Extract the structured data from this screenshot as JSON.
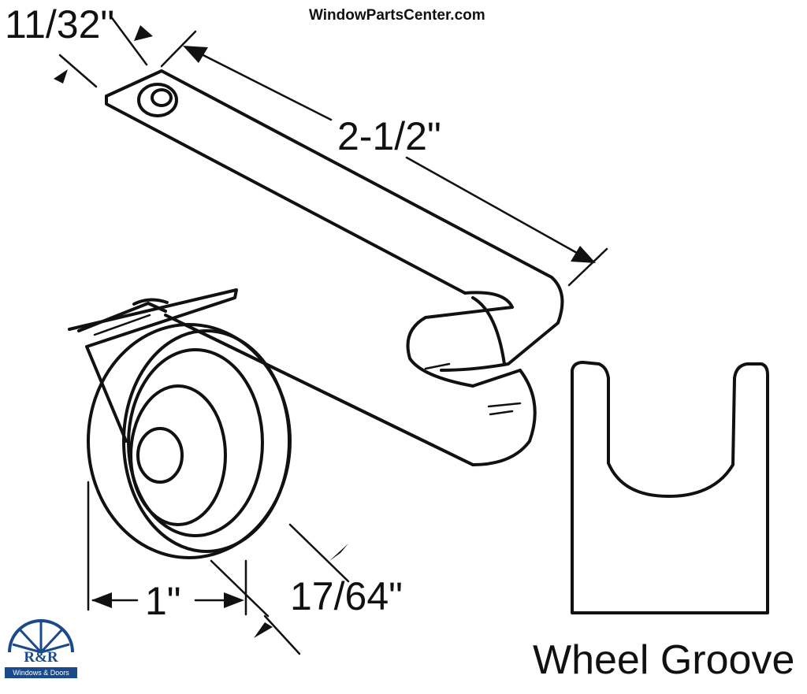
{
  "header": {
    "site": "WindowPartsCenter.com"
  },
  "dimensions": {
    "hole_offset": "11/32\"",
    "arm_length": "2-1/2\"",
    "wheel_diameter": "1\"",
    "wheel_width": "17/64\""
  },
  "groove": {
    "label": "Wheel Groove"
  },
  "logo": {
    "name": "R&R",
    "tagline": "Windows & Doors",
    "color": "#1a4a8c"
  },
  "icons": [
    "roller-assembly-icon",
    "wheel-groove-profile-icon",
    "rr-logo-icon"
  ]
}
